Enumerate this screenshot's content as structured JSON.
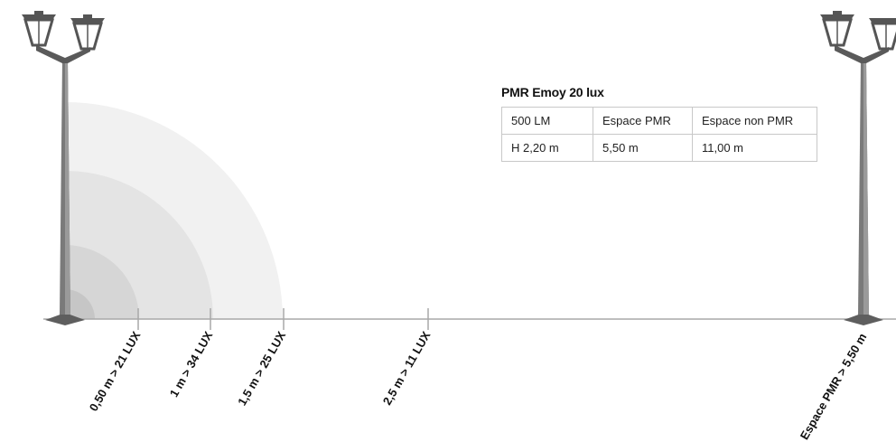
{
  "spec_table": {
    "title": "PMR Emoy 20 lux",
    "rows": [
      [
        "500 LM",
        "Espace PMR",
        "Espace non PMR"
      ],
      [
        "H 2,20 m",
        "5,50 m",
        "11,00 m"
      ]
    ]
  },
  "distance_labels": [
    "0,50 m > 21 LUX",
    "1 m > 34 LUX",
    "1,5 m > 25 LUX",
    "2,5 m > 11 LUX",
    "Espace PMR > 5,50 m"
  ],
  "colors": {
    "ground_line": "#a8a8a8",
    "pole": "#707070",
    "zone_light": "#f1f1f1",
    "zone_mid": "#e4e4e4",
    "zone_dark": "#d6d6d6",
    "zone_darkest": "#c6c6c6"
  }
}
